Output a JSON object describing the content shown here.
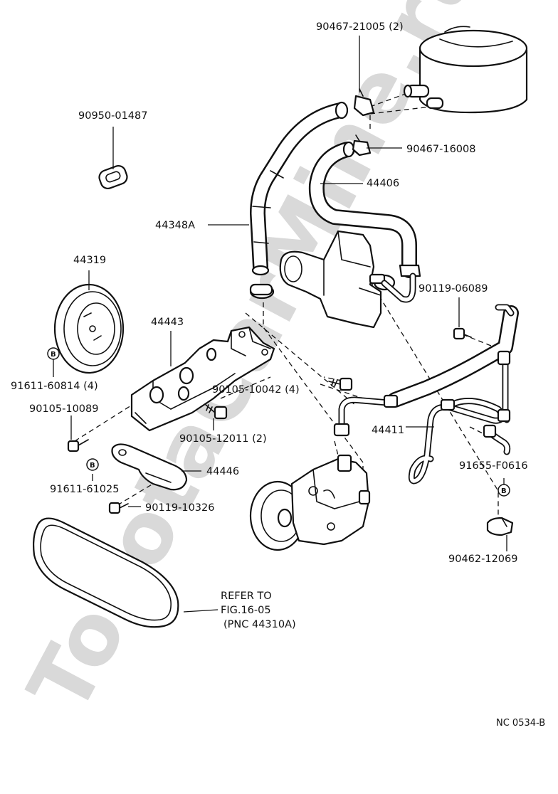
{
  "diagram_id": "NC 0534-B",
  "watermark": "ToyotaCarMine.ru",
  "badge_letter": "B",
  "labels": {
    "p90467_21005": "90467-21005 (2)",
    "p90950_01487": "90950-01487",
    "p90467_16008": "90467-16008",
    "p44406": "44406",
    "p44348A": "44348A",
    "p44319": "44319",
    "p90119_06089": "90119-06089",
    "p44443": "44443",
    "p91611_60814": "91611-60814 (4)",
    "p90105_10042": "90105-10042 (4)",
    "p90105_10089": "90105-10089",
    "p90105_12011": "90105-12011 (2)",
    "p44411": "44411",
    "p91655_F0616": "91655-F0616",
    "p44446": "44446",
    "p91611_61025": "91611-61025",
    "p90119_10326": "90119-10326",
    "p90462_12069": "90462-12069"
  },
  "refer_note": {
    "line1": "REFER TO",
    "line2": "FIG.16-05",
    "line3": "(PNC 44310A)"
  }
}
